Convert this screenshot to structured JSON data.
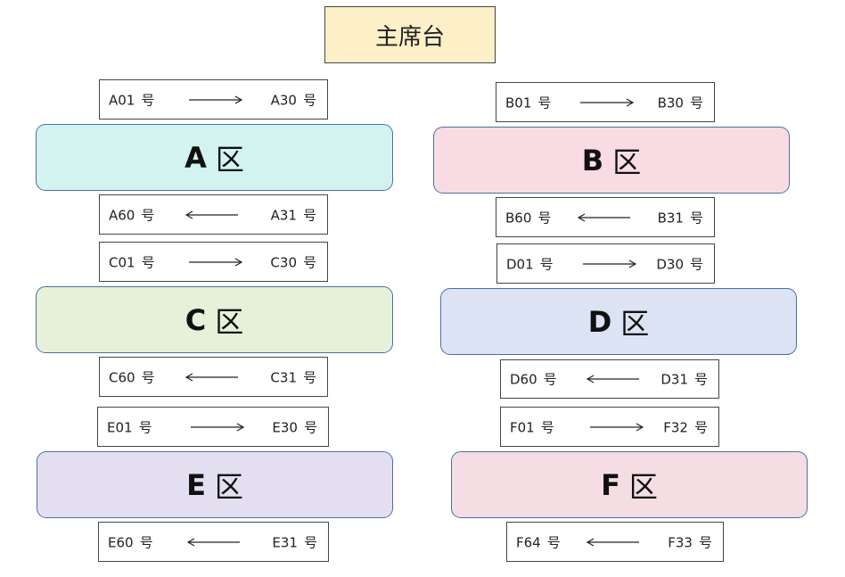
{
  "stage": {
    "label": "主席台"
  },
  "zone_suffix": "区",
  "seat_suffix": "号",
  "zones": {
    "A": {
      "letter": "A",
      "color": "#d3f3f0"
    },
    "B": {
      "letter": "B",
      "color": "#f9dce3"
    },
    "C": {
      "letter": "C",
      "color": "#e6f1da"
    },
    "D": {
      "letter": "D",
      "color": "#dbe3f4"
    },
    "E": {
      "letter": "E",
      "color": "#e3dff1"
    },
    "F": {
      "letter": "F",
      "color": "#f4dde3"
    }
  },
  "rows": {
    "a_top": {
      "start": "A01",
      "end": "A30",
      "direction": "right"
    },
    "a_bottom": {
      "start": "A60",
      "end": "A31",
      "direction": "left"
    },
    "b_top": {
      "start": "B01",
      "end": "B30",
      "direction": "right"
    },
    "b_bottom": {
      "start": "B60",
      "end": "B31",
      "direction": "left"
    },
    "c_top": {
      "start": "C01",
      "end": "C30",
      "direction": "right"
    },
    "c_bottom": {
      "start": "C60",
      "end": "C31",
      "direction": "left"
    },
    "d_top": {
      "start": "D01",
      "end": "D30",
      "direction": "right"
    },
    "d_bottom": {
      "start": "D60",
      "end": "D31",
      "direction": "left"
    },
    "e_top": {
      "start": "E01",
      "end": "E30",
      "direction": "right"
    },
    "e_bottom": {
      "start": "E60",
      "end": "E31",
      "direction": "left"
    },
    "f_top": {
      "start": "F01",
      "end": "F32",
      "direction": "right"
    },
    "f_bottom": {
      "start": "F64",
      "end": "F33",
      "direction": "left"
    }
  }
}
